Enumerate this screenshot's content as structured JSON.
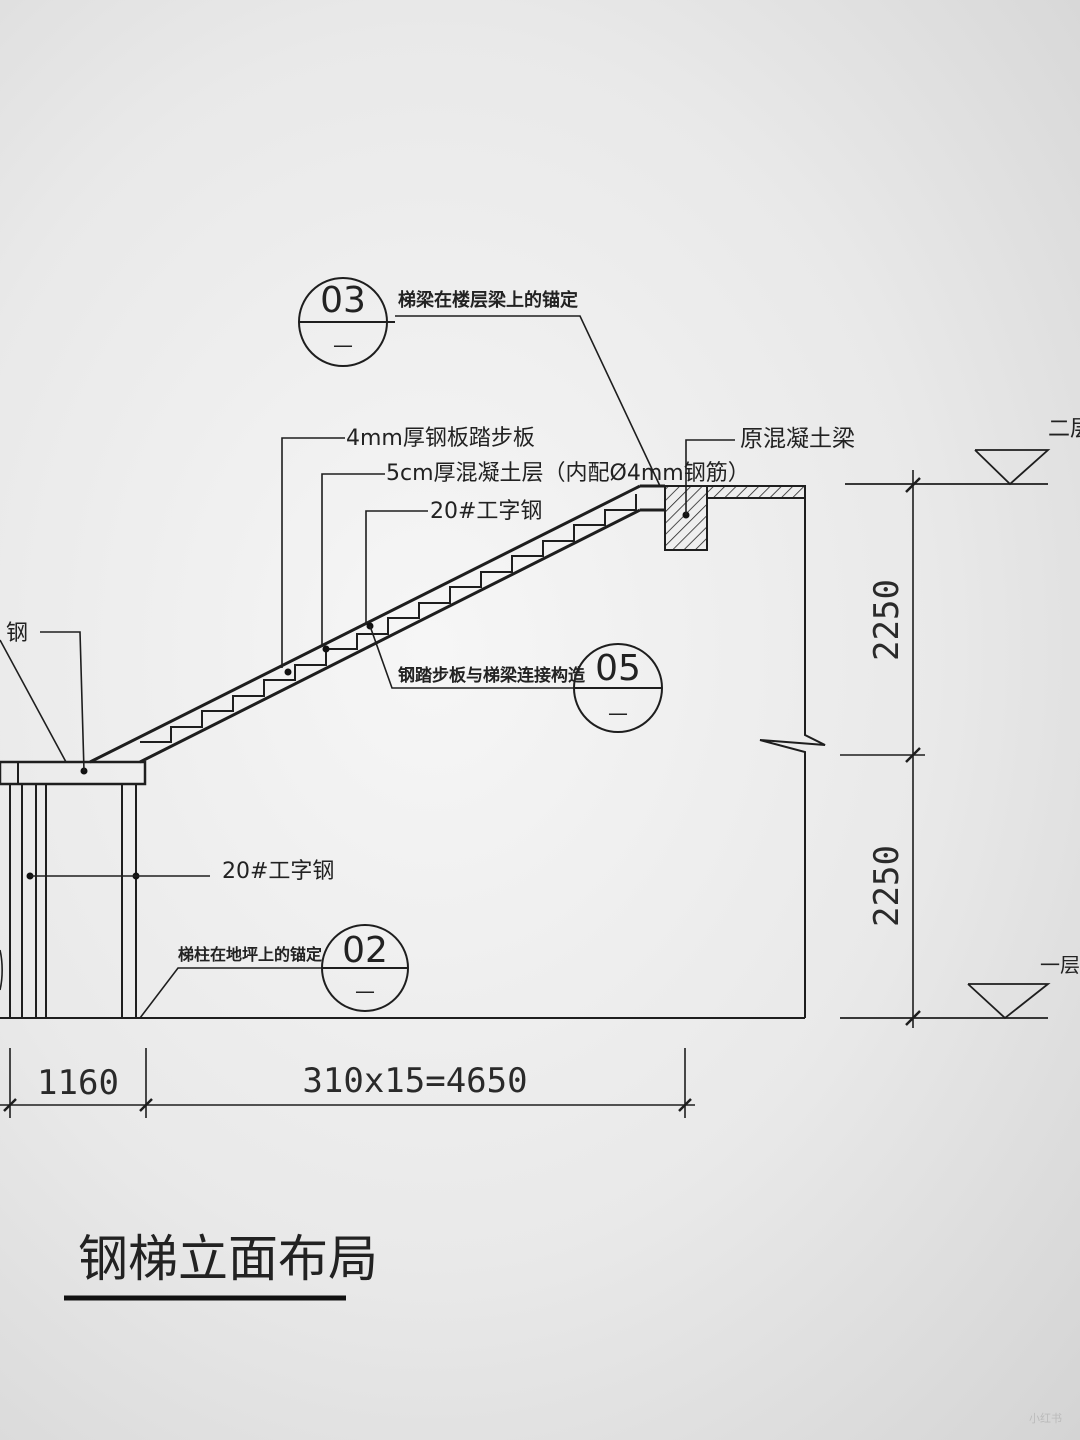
{
  "title": "钢梯立面布局",
  "callouts": {
    "c03": {
      "number": "03",
      "sub": "—",
      "label": "梯梁在楼层梁上的锚定"
    },
    "c05": {
      "number": "05",
      "sub": "—",
      "label": "钢踏步板与梯梁连接构造"
    },
    "c02": {
      "number": "02",
      "sub": "—",
      "label": "梯柱在地坪上的锚定"
    }
  },
  "labels": {
    "tread": "4mm厚钢板踏步板",
    "concrete": "5cm厚混凝土层（内配Ø4mm钢筋）",
    "ibeam_upper": "20#工字钢",
    "ibeam_lower": "20#工字钢",
    "orig_beam": "原混凝土梁",
    "left_steel": "钢"
  },
  "levels": {
    "upper": "二层",
    "lower": "一层"
  },
  "dimensions": {
    "h_upper": "2250",
    "h_lower": "2250",
    "w_landing": "1160",
    "w_run": "310x15=4650"
  },
  "watermark": "小红书"
}
